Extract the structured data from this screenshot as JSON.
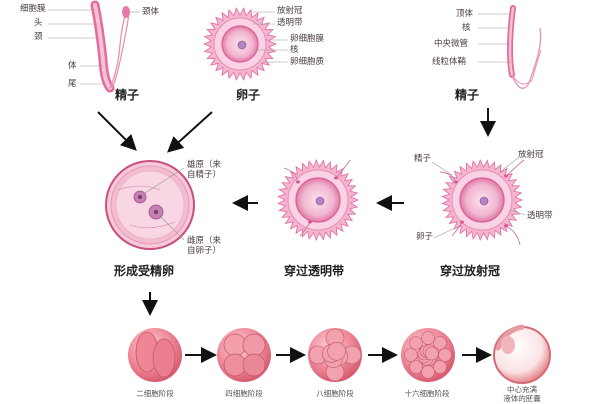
{
  "sperm_left": {
    "labels": [
      "细胞膜",
      "头",
      "颈",
      "体",
      "尾",
      "颈体"
    ],
    "caption": "精子"
  },
  "egg": {
    "labels": [
      "放射冠",
      "透明带",
      "卵细胞膜",
      "核",
      "卵细胞质"
    ],
    "caption": "卵子"
  },
  "sperm_right": {
    "labels": [
      "顶体",
      "核",
      "中央微管",
      "线粒体鞘"
    ],
    "caption": "精子"
  },
  "penetrate_corona": {
    "labels": [
      "精子",
      "放射冠",
      "透明带",
      "卵子"
    ],
    "caption": "穿过放射冠"
  },
  "penetrate_zona": {
    "caption": "穿过透明带"
  },
  "fertilized": {
    "labels": [
      "雄原（来自精子）",
      "雌原（来自卵子）"
    ],
    "label_lines": [
      [
        "雄原（来",
        "自精子）"
      ],
      [
        "雌原（来",
        "自卵子）"
      ]
    ],
    "caption": "形成受精卵"
  },
  "stages": [
    {
      "caption": "二细胞阶段"
    },
    {
      "caption": "四细胞阶段"
    },
    {
      "caption": "八细胞阶段"
    },
    {
      "caption": "十六细胞阶段"
    },
    {
      "caption": "中心充满",
      "caption2": "液体的胚囊"
    }
  ],
  "colors": {
    "egg_pink": "#e97ab5",
    "egg_core": "#f4c9dc",
    "sperm_pink": "#e98bb0",
    "cell_red": "#e46c7f",
    "arrow": "#111111"
  }
}
